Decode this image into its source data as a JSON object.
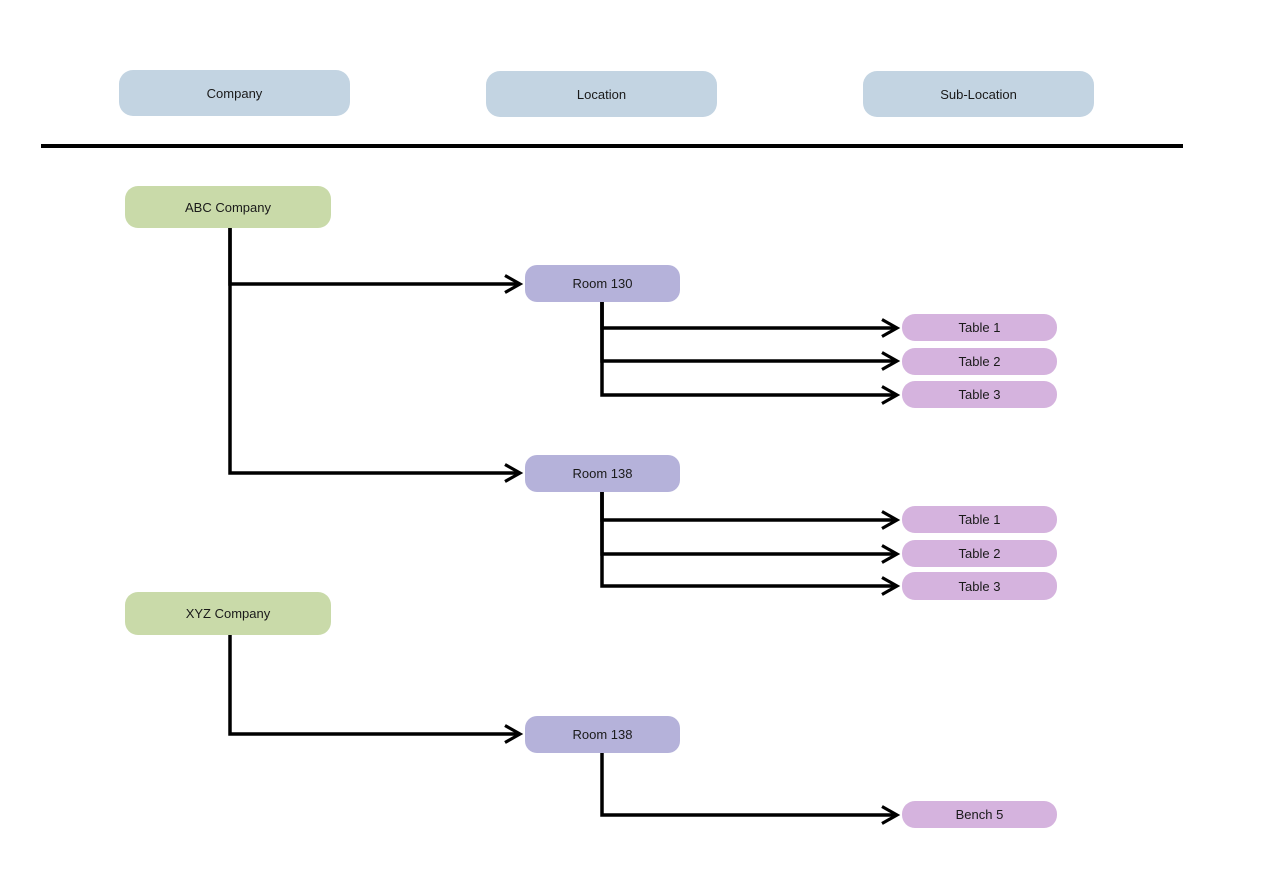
{
  "header": {
    "columns": [
      {
        "label": "Company"
      },
      {
        "label": "Location"
      },
      {
        "label": "Sub-Location"
      }
    ]
  },
  "tree": [
    {
      "company": "ABC Company",
      "locations": [
        {
          "name": "Room 130",
          "sublocations": [
            "Table 1",
            "Table 2",
            "Table 3"
          ]
        },
        {
          "name": "Room 138",
          "sublocations": [
            "Table 1",
            "Table 2",
            "Table 3"
          ]
        }
      ]
    },
    {
      "company": "XYZ Company",
      "locations": [
        {
          "name": "Room 138",
          "sublocations": [
            "Bench 5"
          ]
        }
      ]
    }
  ],
  "colors": {
    "background": "#ffffff",
    "header-fill": "#c3d4e2",
    "company-fill": "#c9daa9",
    "location-fill": "#b5b2da",
    "sublocation-fill": "#d5b3de",
    "connector": "#000000",
    "text": "#1a1a1a"
  }
}
